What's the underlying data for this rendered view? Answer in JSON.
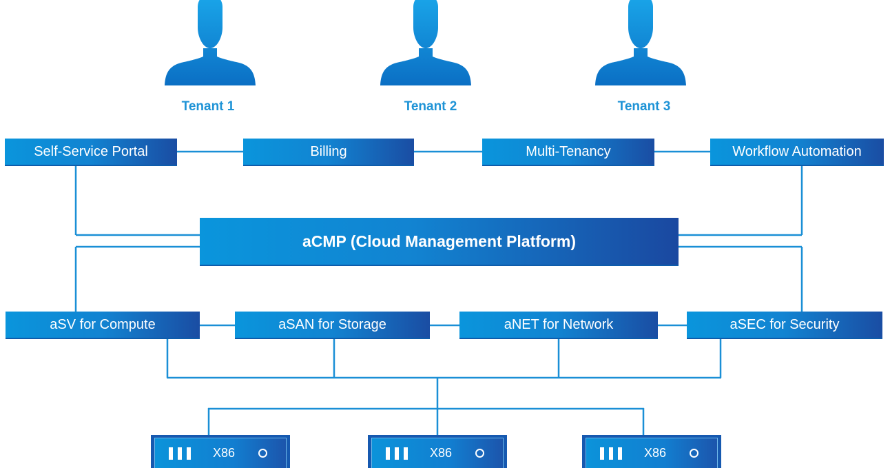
{
  "tenants": [
    "Tenant 1",
    "Tenant 2",
    "Tenant 3"
  ],
  "services": [
    "Self-Service Portal",
    "Billing",
    "Multi-Tenancy",
    "Workflow Automation"
  ],
  "platform": "aCMP (Cloud Management Platform)",
  "infrastructure": [
    "aSV for Compute",
    "aSAN for Storage",
    "aNET for Network",
    "aSEC for Security"
  ],
  "servers": [
    {
      "label": "X86"
    },
    {
      "label": "X86"
    },
    {
      "label": "X86"
    }
  ],
  "colors": {
    "accent": "#1a8fd6",
    "box_start": "#0a95dc",
    "box_end": "#1a4da3",
    "tenant_text": "#1e93d6"
  },
  "icons": {
    "tenant": "person-icon",
    "server_slots": "bars-icon",
    "server_status": "circle-led-icon"
  }
}
